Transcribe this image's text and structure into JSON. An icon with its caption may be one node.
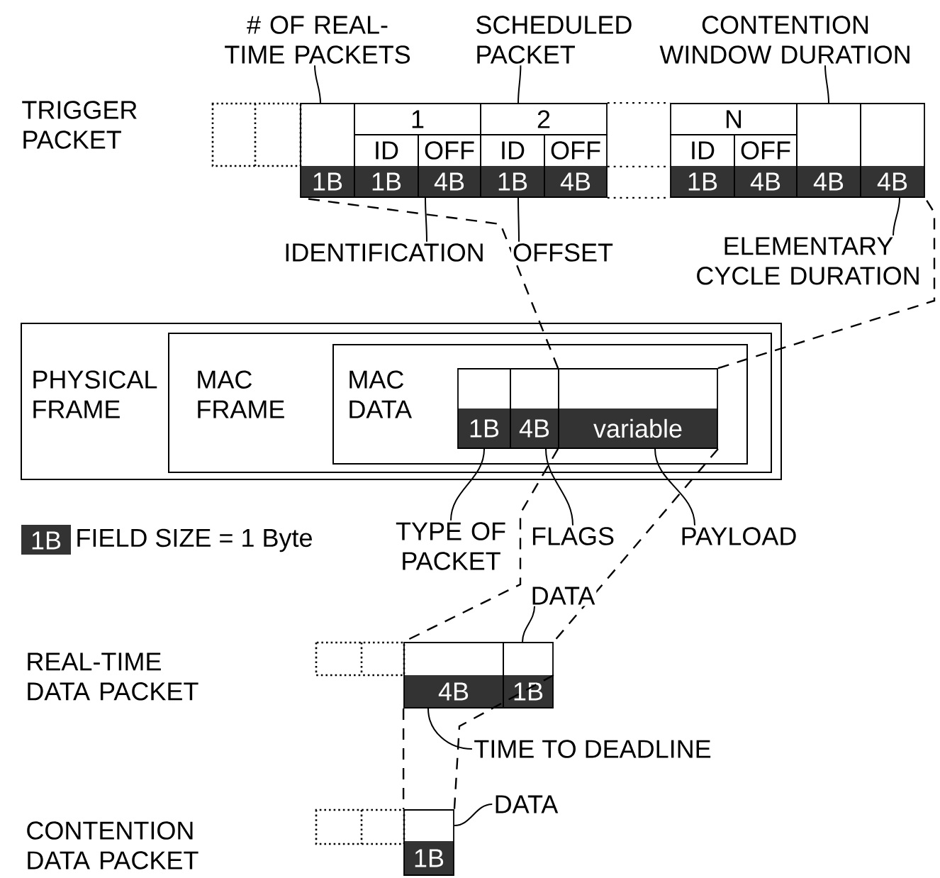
{
  "diagram": {
    "nodes": [
      {
        "text": [
          "# OF REAL-TIME PACKETS"
        ]
      },
      {
        "text": [
          "SCHEDULED PACKET"
        ]
      },
      {
        "text": [
          "CONTENTION WINDOW DURATION"
        ]
      },
      {
        "text": [
          "1B"
        ]
      },
      {
        "text": [
          "1"
        ]
      },
      {
        "text": [
          "ID",
          "1B"
        ]
      },
      {
        "text": [
          "OFF",
          "4B"
        ]
      },
      {
        "text": [
          "2"
        ]
      },
      {
        "text": [
          "ID",
          "1B"
        ]
      },
      {
        "text": [
          "OFF",
          "4B"
        ]
      },
      {
        "text": [
          "N"
        ]
      },
      {
        "text": [
          "ID",
          "1B"
        ]
      },
      {
        "text": [
          "OFF",
          "4B"
        ]
      },
      {
        "text": [
          "4B"
        ]
      },
      {
        "text": [
          "4B"
        ]
      },
      {
        "text": [
          "IDENTIFICATION"
        ]
      },
      {
        "text": [
          "OFFSET"
        ]
      },
      {
        "text": [
          "ELEMENTARY CYCLE DURATION"
        ]
      },
      {
        "text": [
          "PHYSICAL FRAME"
        ]
      },
      {
        "text": [
          "MAC FRAME"
        ],
        "in": 18
      },
      {
        "text": [
          "MAC DATA"
        ],
        "in": 19
      },
      {
        "text": [
          "1B"
        ],
        "in": 20
      },
      {
        "text": [
          "4B"
        ],
        "in": 20
      },
      {
        "text": [
          "variable"
        ],
        "in": 20
      },
      {
        "text": [
          "TYPE OF PACKET"
        ]
      },
      {
        "text": [
          "FLAGS"
        ]
      },
      {
        "text": [
          "PAYLOAD"
        ]
      },
      {
        "text": [
          "DATA"
        ]
      },
      {
        "text": [
          "4B"
        ]
      },
      {
        "text": [
          "1B"
        ]
      },
      {
        "text": [
          "TIME TO DEADLINE"
        ]
      },
      {
        "text": [
          "DATA"
        ]
      },
      {
        "text": [
          "1B"
        ]
      }
    ],
    "edges": [
      {
        "from": 0,
        "to": 3,
        "arrow": "none"
      },
      {
        "from": 1,
        "to": 7,
        "arrow": "none"
      },
      {
        "from": 2,
        "to": 13,
        "arrow": "none"
      },
      {
        "from": 15,
        "to": 6,
        "arrow": "none"
      },
      {
        "from": 16,
        "to": 8,
        "arrow": "none"
      },
      {
        "from": 17,
        "to": 14,
        "arrow": "none"
      },
      {
        "from": 24,
        "to": 21,
        "arrow": "none"
      },
      {
        "from": 25,
        "to": 22,
        "arrow": "none"
      },
      {
        "from": 26,
        "to": 23,
        "arrow": "none"
      },
      {
        "from": 27,
        "to": 29,
        "arrow": "none"
      },
      {
        "from": 30,
        "to": 28,
        "arrow": "none"
      },
      {
        "from": 31,
        "to": 32,
        "arrow": "none"
      },
      {
        "from": 23,
        "to": 3,
        "arrow": "none",
        "style": "dashed"
      },
      {
        "from": 23,
        "to": 14,
        "arrow": "none",
        "style": "dashed"
      },
      {
        "from": 23,
        "to": 28,
        "arrow": "none",
        "style": "dashed"
      },
      {
        "from": 23,
        "to": 29,
        "arrow": "none",
        "style": "dashed"
      },
      {
        "from": 28,
        "to": 32,
        "arrow": "none",
        "style": "dashed"
      },
      {
        "from": 29,
        "to": 32,
        "arrow": "none",
        "style": "dashed"
      },
      {
        "from": 7,
        "to": 10,
        "arrow": "none",
        "style": "dashed"
      },
      {
        "from": 9,
        "to": 11,
        "arrow": "none",
        "style": "dashed"
      },
      {
        "from": 9,
        "to": 11,
        "arrow": "none",
        "style": "dashed"
      }
    ],
    "labels": [
      "TRIGGER PACKET",
      "1B",
      "REAL-TIME DATA PACKET",
      "CONTENTION DATA PACKET"
    ],
    "legend": [
      {
        "text": "FIELD SIZE = 1 Byte",
        "color": "#333333"
      }
    ]
  }
}
